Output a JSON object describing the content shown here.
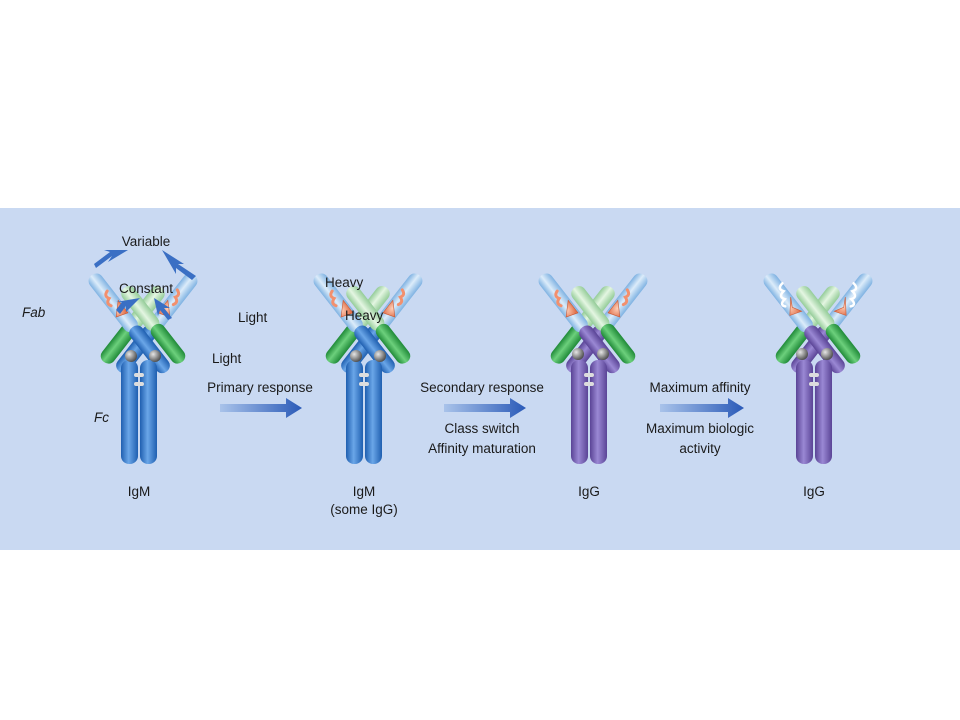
{
  "annotations": {
    "variable": "Variable",
    "constant": "Constant",
    "fab": "Fab",
    "fc": "Fc",
    "light_upper": "Light",
    "light_lower": "Light",
    "heavy_upper": "Heavy",
    "heavy_lower": "Heavy"
  },
  "stages": [
    {
      "label": "IgM",
      "sublabel": ""
    },
    {
      "label": "IgM",
      "sublabel": "(some IgG)"
    },
    {
      "label": "IgG",
      "sublabel": ""
    },
    {
      "label": "IgG",
      "sublabel": ""
    }
  ],
  "transitions": [
    {
      "lines": [
        "Primary response"
      ],
      "lines_below": []
    },
    {
      "lines": [
        "Secondary response"
      ],
      "lines_below": [
        "Class switch",
        "Affinity maturation"
      ]
    },
    {
      "lines": [
        "Maximum affinity"
      ],
      "lines_below": [
        "Maximum biologic",
        "activity"
      ]
    }
  ],
  "colors": {
    "background": "#c9d9f2",
    "igm_heavy": "#3f7fd0",
    "igg_heavy": "#7b68b8",
    "light_variable": "#b8e0b8",
    "light_constant": "#38a848",
    "heavy_variable": "#a8d0ee",
    "antigen_site": "#f08a6a",
    "arrow": "#2a5ab8"
  }
}
